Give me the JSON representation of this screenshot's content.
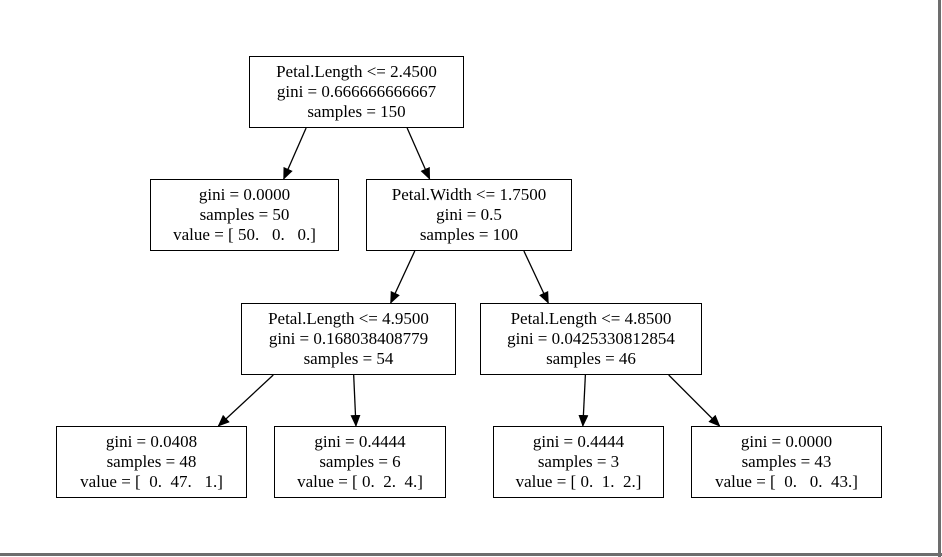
{
  "tree": {
    "nodes": [
      {
        "id": "n0",
        "lines": [
          "Petal.Length <= 2.4500",
          "gini = 0.666666666667",
          "samples = 150"
        ]
      },
      {
        "id": "n1",
        "lines": [
          "gini = 0.0000",
          "samples = 50",
          "value = [ 50.   0.   0.]"
        ]
      },
      {
        "id": "n2",
        "lines": [
          "Petal.Width <= 1.7500",
          "gini = 0.5",
          "samples = 100"
        ]
      },
      {
        "id": "n3",
        "lines": [
          "Petal.Length <= 4.9500",
          "gini = 0.168038408779",
          "samples = 54"
        ]
      },
      {
        "id": "n4",
        "lines": [
          "Petal.Length <= 4.8500",
          "gini = 0.0425330812854",
          "samples = 46"
        ]
      },
      {
        "id": "n5",
        "lines": [
          "gini = 0.0408",
          "samples = 48",
          "value = [  0.  47.   1.]"
        ]
      },
      {
        "id": "n6",
        "lines": [
          "gini = 0.4444",
          "samples = 6",
          "value = [ 0.  2.  4.]"
        ]
      },
      {
        "id": "n7",
        "lines": [
          "gini = 0.4444",
          "samples = 3",
          "value = [ 0.  1.  2.]"
        ]
      },
      {
        "id": "n8",
        "lines": [
          "gini = 0.0000",
          "samples = 43",
          "value = [  0.   0.  43.]"
        ]
      }
    ],
    "edges": [
      {
        "from": "n0",
        "to": "n1"
      },
      {
        "from": "n0",
        "to": "n2"
      },
      {
        "from": "n2",
        "to": "n3"
      },
      {
        "from": "n2",
        "to": "n4"
      },
      {
        "from": "n3",
        "to": "n5"
      },
      {
        "from": "n3",
        "to": "n6"
      },
      {
        "from": "n4",
        "to": "n7"
      },
      {
        "from": "n4",
        "to": "n8"
      }
    ]
  }
}
